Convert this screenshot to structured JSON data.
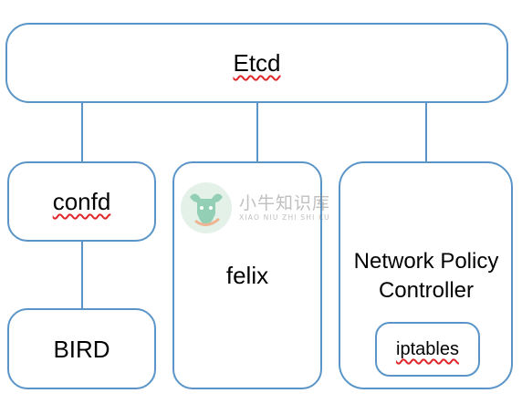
{
  "diagram": {
    "nodes": {
      "etcd": "Etcd",
      "confd": "confd",
      "bird": "BIRD",
      "felix": "felix",
      "network_policy_controller": "Network Policy Controller",
      "iptables": "iptables"
    },
    "edges": [
      {
        "from": "etcd",
        "to": "confd"
      },
      {
        "from": "etcd",
        "to": "felix"
      },
      {
        "from": "etcd",
        "to": "network_policy_controller"
      },
      {
        "from": "confd",
        "to": "bird"
      }
    ],
    "colors": {
      "stroke": "#5b95c8",
      "spellcheck_underline": "#e0262a",
      "text": "#000000"
    }
  },
  "watermark": {
    "text_cn": "小牛知识库",
    "text_en": "XIAO NIU ZHI SHI KU",
    "icon": "bull-logo-icon"
  }
}
